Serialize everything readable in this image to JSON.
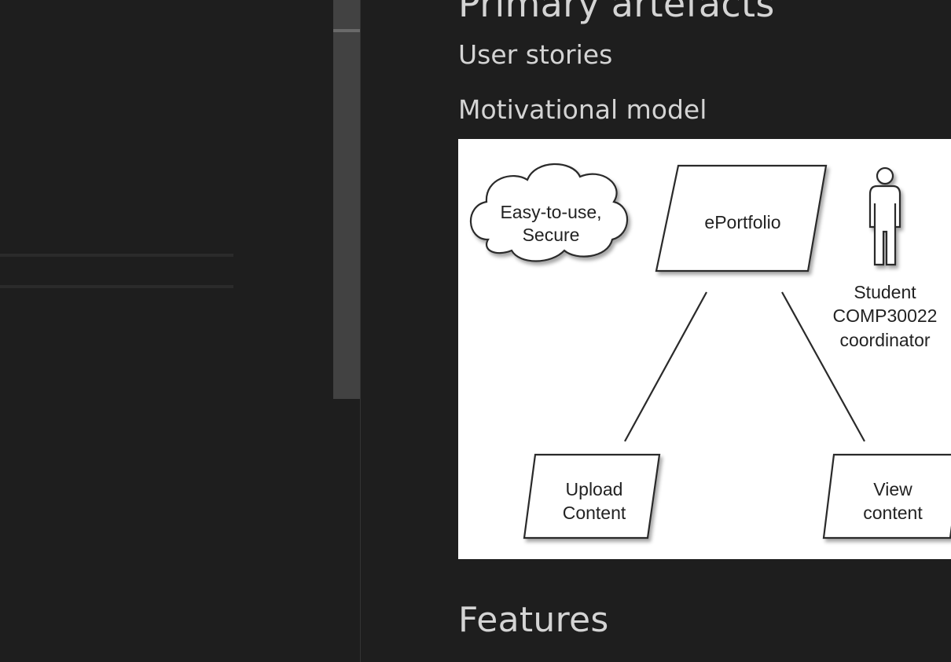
{
  "content": {
    "primary_artefacts_heading": "Primary artefacts",
    "user_stories": "User stories",
    "motivational_model": "Motivational model",
    "features_heading": "Features"
  },
  "diagram": {
    "cloud_line1": "Easy-to-use,",
    "cloud_line2": "Secure",
    "main_goal": "ePortfolio",
    "role_line1": "Student",
    "role_line2": "COMP30022",
    "role_line3": "coordinator",
    "sub_goal_left_line1": "Upload",
    "sub_goal_left_line2": "Content",
    "sub_goal_right_line1": "View",
    "sub_goal_right_line2": "content"
  }
}
